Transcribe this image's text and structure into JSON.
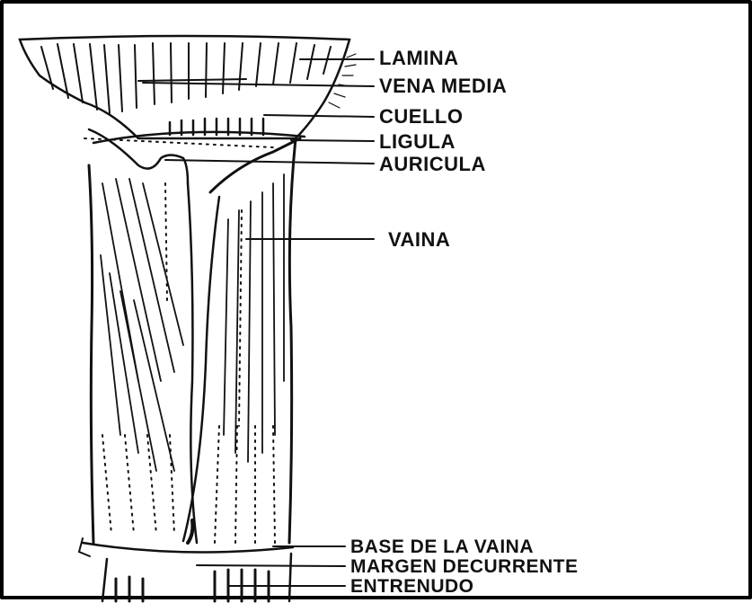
{
  "labels": {
    "lamina": "LAMINA",
    "vena_media": "VENA MEDIA",
    "cuello": "CUELLO",
    "ligula": "LIGULA",
    "auricula": "AURICULA",
    "vaina": "VAINA",
    "base_de_la_vaina": "BASE DE LA VAINA",
    "margen_decurrente": "MARGEN DECURRENTE",
    "entrenudo": "ENTRENUDO"
  },
  "colors": {
    "ink": "#111111",
    "background": "#ffffff",
    "frame": "#000000"
  }
}
